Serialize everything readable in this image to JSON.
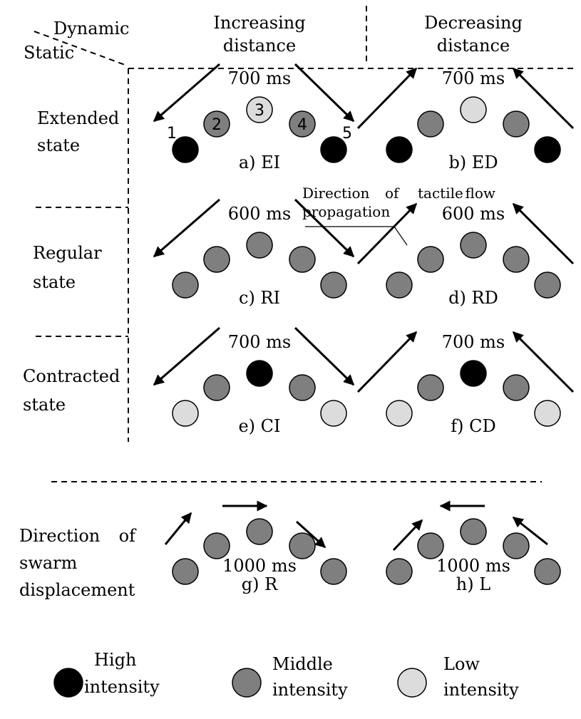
{
  "header": {
    "dynamic": "Dynamic",
    "static": "Static",
    "increasing": [
      "Increasing",
      "distance"
    ],
    "decreasing": [
      "Decreasing",
      "distance"
    ]
  },
  "rows": [
    {
      "label": [
        "Extended",
        "state"
      ]
    },
    {
      "label": [
        "Regular",
        "state"
      ]
    },
    {
      "label": [
        "Contracted",
        "state"
      ]
    },
    {
      "label": [
        "Direction",
        "of",
        "swarm",
        "displacement"
      ]
    }
  ],
  "annotation": {
    "line1": [
      "Direction",
      "of",
      "tactile",
      "flow"
    ],
    "line2": "propagation"
  },
  "actuator_numbers": [
    "1",
    "2",
    "3",
    "4",
    "5"
  ],
  "panels": [
    {
      "id": "a",
      "caption": "a) EI",
      "time": "700 ms",
      "intensities": [
        "high",
        "middle",
        "low",
        "middle",
        "high"
      ],
      "direction": "increasing"
    },
    {
      "id": "b",
      "caption": "b) ED",
      "time": "700 ms",
      "intensities": [
        "high",
        "middle",
        "low",
        "middle",
        "high"
      ],
      "direction": "decreasing"
    },
    {
      "id": "c",
      "caption": "c) RI",
      "time": "600 ms",
      "intensities": [
        "middle",
        "middle",
        "middle",
        "middle",
        "middle"
      ],
      "direction": "increasing"
    },
    {
      "id": "d",
      "caption": "d) RD",
      "time": "600 ms",
      "intensities": [
        "middle",
        "middle",
        "middle",
        "middle",
        "middle"
      ],
      "direction": "decreasing"
    },
    {
      "id": "e",
      "caption": "e) CI",
      "time": "700 ms",
      "intensities": [
        "low",
        "middle",
        "high",
        "middle",
        "low"
      ],
      "direction": "increasing"
    },
    {
      "id": "f",
      "caption": "f) CD",
      "time": "700 ms",
      "intensities": [
        "low",
        "middle",
        "high",
        "middle",
        "low"
      ],
      "direction": "decreasing"
    },
    {
      "id": "g",
      "caption": "g) R",
      "time": "1000 ms",
      "intensities": [
        "middle",
        "middle",
        "middle",
        "middle",
        "middle"
      ],
      "direction": "right"
    },
    {
      "id": "h",
      "caption": "h) L",
      "time": "1000 ms",
      "intensities": [
        "middle",
        "middle",
        "middle",
        "middle",
        "middle"
      ],
      "direction": "left"
    }
  ],
  "legend": [
    {
      "level": "high",
      "label": [
        "High",
        "intensity"
      ]
    },
    {
      "level": "middle",
      "label": [
        "Middle",
        "intensity"
      ]
    },
    {
      "level": "low",
      "label": [
        "Low",
        "intensity"
      ]
    }
  ],
  "colors": {
    "high": "#000000",
    "middle": "#7f7f7f",
    "low": "#dcdcdc",
    "stroke": "#000000"
  }
}
